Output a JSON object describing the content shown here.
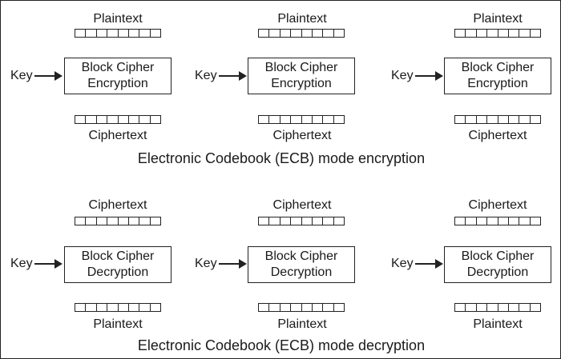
{
  "encryption": {
    "caption": "Electronic Codebook (ECB) mode encryption",
    "units": [
      {
        "input_label": "Plaintext",
        "key_label": "Key",
        "block_line1": "Block Cipher",
        "block_line2": "Encryption",
        "output_label": "Ciphertext"
      },
      {
        "input_label": "Plaintext",
        "key_label": "Key",
        "block_line1": "Block Cipher",
        "block_line2": "Encryption",
        "output_label": "Ciphertext"
      },
      {
        "input_label": "Plaintext",
        "key_label": "Key",
        "block_line1": "Block Cipher",
        "block_line2": "Encryption",
        "output_label": "Ciphertext"
      }
    ]
  },
  "decryption": {
    "caption": "Electronic Codebook (ECB) mode decryption",
    "units": [
      {
        "input_label": "Ciphertext",
        "key_label": "Key",
        "block_line1": "Block Cipher",
        "block_line2": "Decryption",
        "output_label": "Plaintext"
      },
      {
        "input_label": "Ciphertext",
        "key_label": "Key",
        "block_line1": "Block Cipher",
        "block_line2": "Decryption",
        "output_label": "Plaintext"
      },
      {
        "input_label": "Ciphertext",
        "key_label": "Key",
        "block_line1": "Block Cipher",
        "block_line2": "Decryption",
        "output_label": "Plaintext"
      }
    ]
  }
}
